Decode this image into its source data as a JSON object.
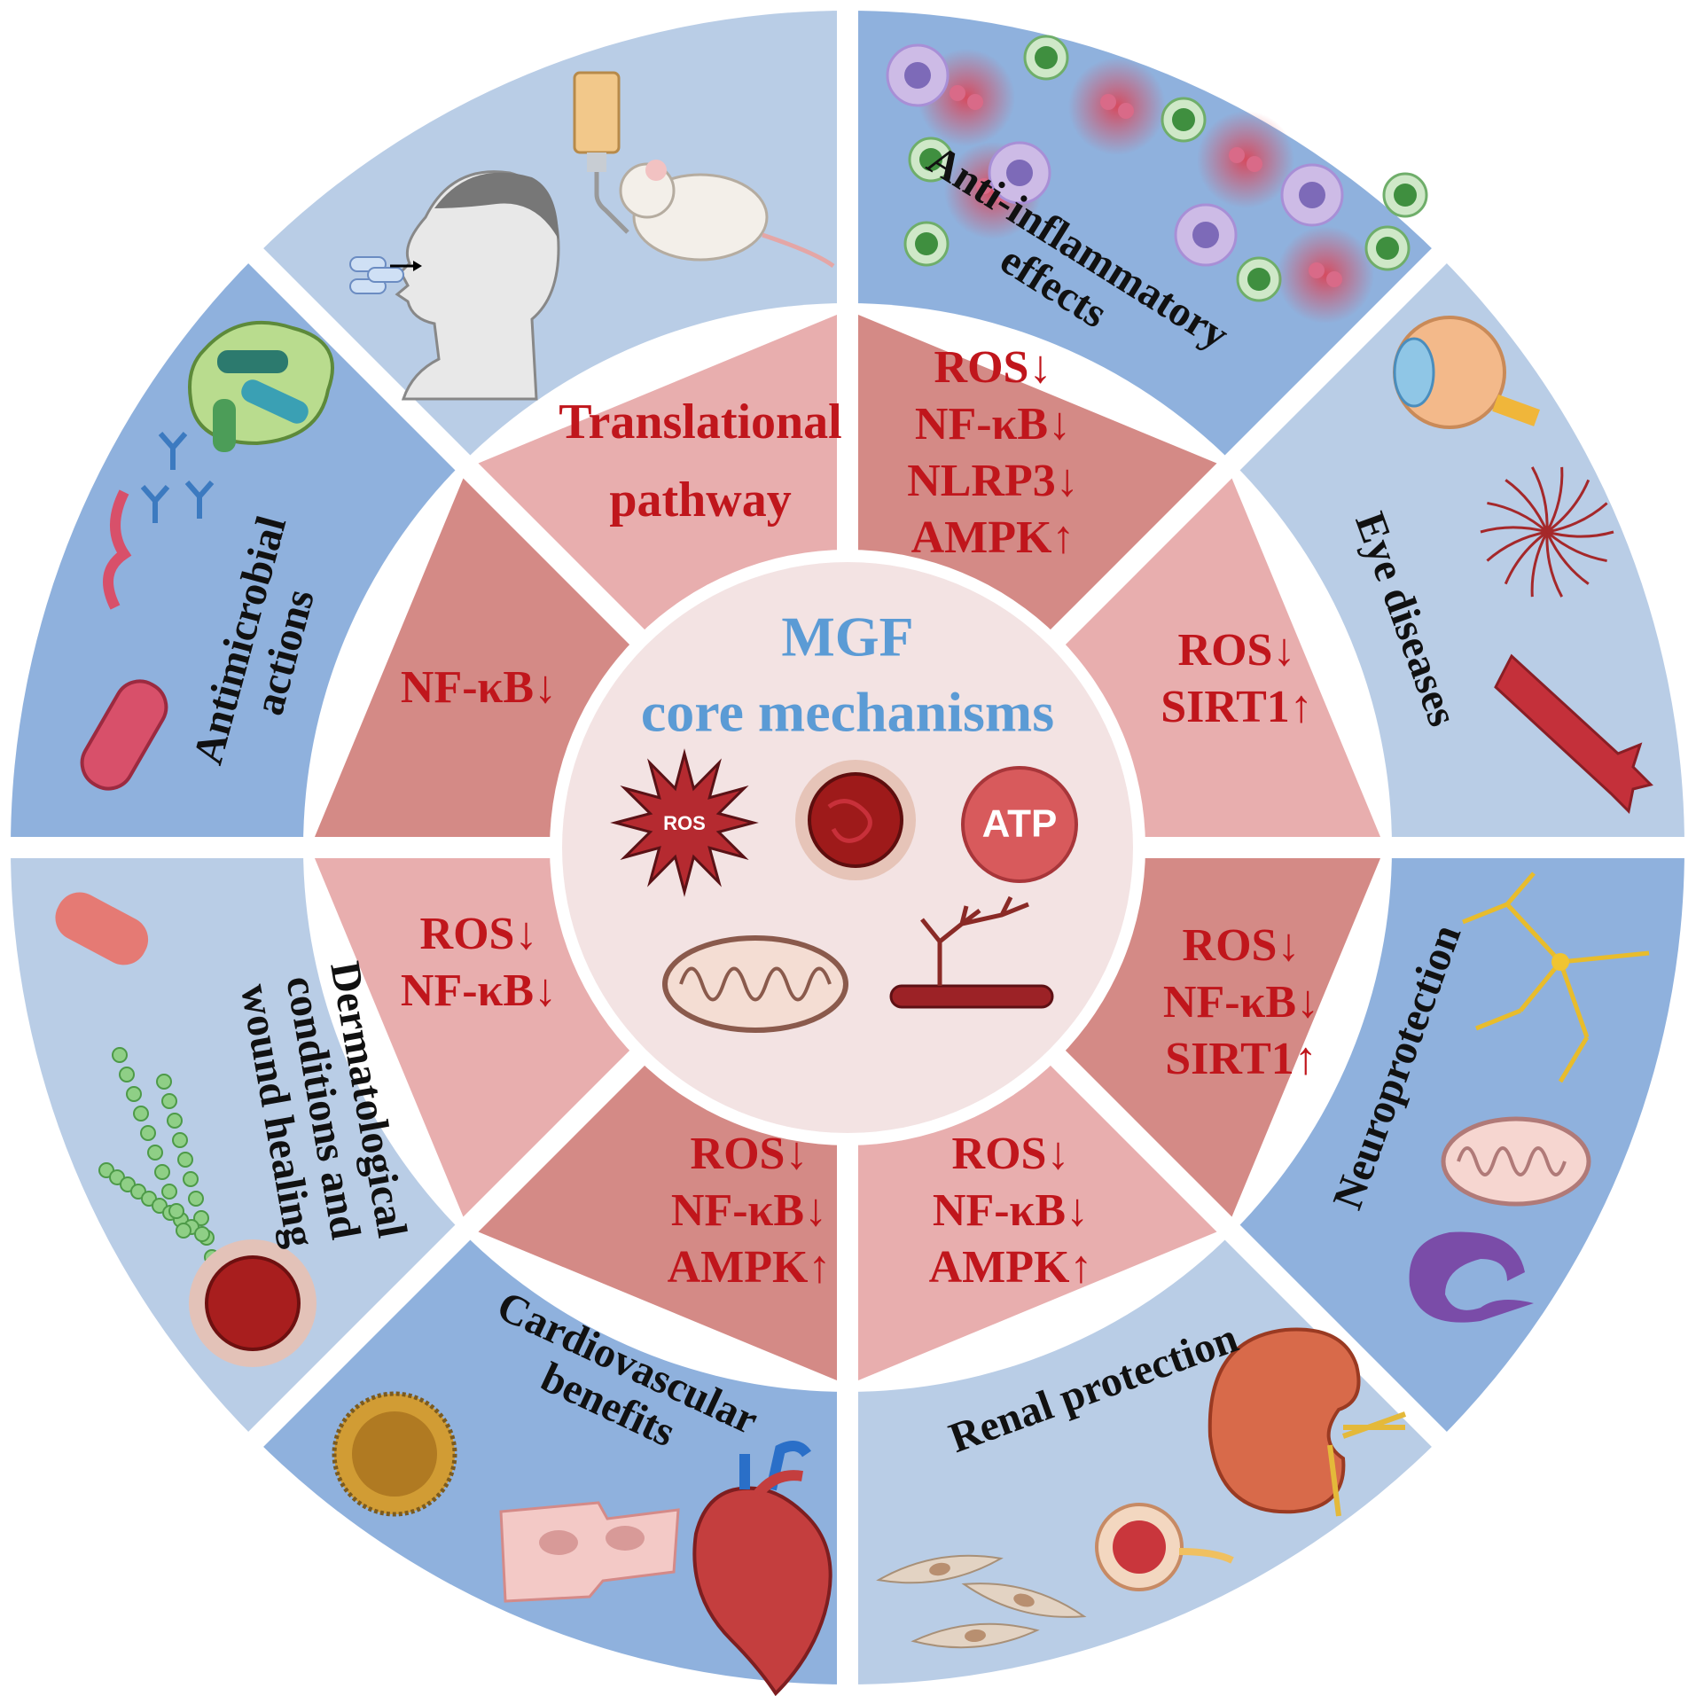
{
  "colors": {
    "outer_light": "#b9cde6",
    "outer_dark": "#8fb1dd",
    "inner_light": "#e8aeae",
    "inner_dark": "#d48a86",
    "center": "#f3e3e3",
    "mech_text": "#c0161c",
    "core_title": "#5b9bd5"
  },
  "center": {
    "title_line1": "MGF",
    "title_line2": "core mechanisms",
    "icons": [
      {
        "name": "ros-badge-icon",
        "label": "ROS"
      },
      {
        "name": "wound-icon",
        "label": ""
      },
      {
        "name": "atp-badge-icon",
        "label": "ATP"
      },
      {
        "name": "mitochondrion-icon",
        "label": ""
      },
      {
        "name": "blood-vessel-icon",
        "label": ""
      }
    ]
  },
  "sectors": [
    {
      "id": "translational",
      "outer_label": [],
      "outer_icons": [
        "pills-icon",
        "human-head-icon",
        "feeding-bottle-icon",
        "mouse-icon"
      ],
      "inner_title": [
        "Translational",
        "pathway"
      ],
      "inner_lines": []
    },
    {
      "id": "anti-inflammatory",
      "outer_label": [
        "Anti-inflammatory",
        "effects"
      ],
      "outer_icons": [
        "immune-cells-icon"
      ],
      "inner_title": [],
      "inner_lines": [
        "ROS↓",
        "NF-κB↓",
        "NLRP3↓",
        "AMPK↑"
      ]
    },
    {
      "id": "eye",
      "outer_label": [
        "Eye diseases"
      ],
      "outer_icons": [
        "eye-icon",
        "retina-vessels-icon",
        "artery-icon"
      ],
      "inner_title": [],
      "inner_lines": [
        "ROS↓",
        "SIRT1↑"
      ]
    },
    {
      "id": "neuro",
      "outer_label": [
        "Neuroprotection"
      ],
      "outer_icons": [
        "neuron-icon",
        "mitochondrion-icon",
        "hippocampus-icon"
      ],
      "inner_title": [],
      "inner_lines": [
        "ROS↓",
        "NF-κB↓",
        "SIRT1↑"
      ]
    },
    {
      "id": "renal",
      "outer_label": [
        "Renal protection"
      ],
      "outer_icons": [
        "kidney-icon",
        "glomerulus-icon",
        "fibroblast-icon"
      ],
      "inner_title": [],
      "inner_lines": [
        "ROS↓",
        "NF-κB↓",
        "AMPK↑"
      ]
    },
    {
      "id": "cardio",
      "outer_label": [
        "Cardiovascular",
        "benefits"
      ],
      "outer_icons": [
        "lipoprotein-icon",
        "cardiomyocyte-icon",
        "heart-icon"
      ],
      "inner_title": [],
      "inner_lines": [
        "ROS↓",
        "NF-κB↓",
        "AMPK↑"
      ]
    },
    {
      "id": "derm",
      "outer_label": [
        "Dermatological",
        "conditions and",
        "wound healing"
      ],
      "outer_icons": [
        "bacterium-icon",
        "streptococcus-icon",
        "skin-wound-icon"
      ],
      "inner_title": [],
      "inner_lines": [
        "ROS↓",
        "NF-κB↓"
      ]
    },
    {
      "id": "antimicrobial",
      "outer_label": [
        "Antimicrobial",
        "actions"
      ],
      "outer_icons": [
        "biofilm-icon",
        "antibody-icon",
        "bacterium-icon"
      ],
      "inner_title": [],
      "inner_lines": [
        "NF-κB↓"
      ]
    }
  ]
}
